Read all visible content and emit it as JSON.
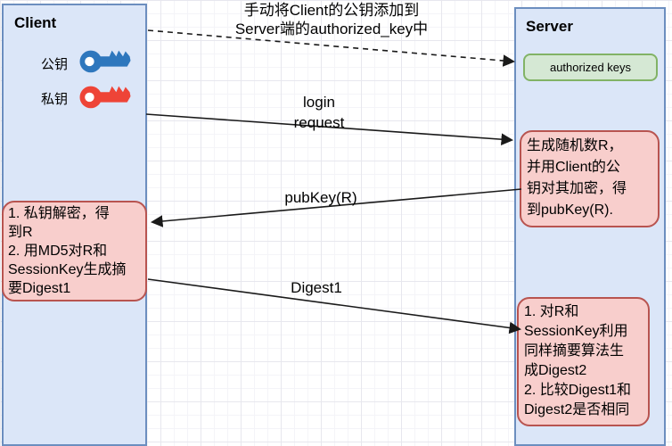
{
  "annotation": {
    "manual_copy_note": "手动将Client的公钥添加到\nServer端的authorized_key中"
  },
  "client": {
    "title": "Client",
    "public_key_label": "公钥",
    "private_key_label": "私钥",
    "note_decrypt": "1. 私钥解密，得\n到R\n2. 用MD5对R和\nSessionKey生成摘\n要Digest1"
  },
  "server": {
    "title": "Server",
    "authorized_keys_label": "authorized keys",
    "note_generate_r": "生成随机数R，\n并用Client的公\n钥对其加密，得\n到pubKey(R).",
    "note_verify": "1. 对R和\nSessionKey利用\n同样摘要算法生\n成Digest2\n2. 比较Digest1和\nDigest2是否相同"
  },
  "messages": {
    "login_request": "login\nrequest",
    "pubkey_r": "pubKey(R)",
    "digest1": "Digest1"
  },
  "colors": {
    "node_fill": "#dbe6f8",
    "node_border": "#6c8ebf",
    "note_fill": "#f8cecc",
    "note_border": "#b85450",
    "authorized_keys_fill": "#d5e8d4",
    "authorized_keys_border": "#82b366",
    "public_key_icon": "#2e77bd",
    "private_key_icon": "#ee4437",
    "arrow": "#1a1a1a"
  }
}
